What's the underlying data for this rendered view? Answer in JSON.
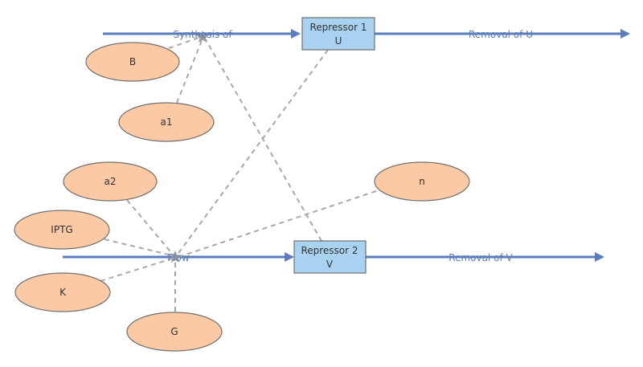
{
  "colors": {
    "flow": "#5b7dbb",
    "dashed": "#a8a8a8",
    "ellipse_fill": "#fbc9a4",
    "ellipse_stroke": "#6f6f6f",
    "box_fill": "#a9d2f0",
    "box_stroke": "#6f6f6f",
    "text": "#333333",
    "flow_text": "#5b7dbb"
  },
  "flows": {
    "synthesis_u": "Synthesis of",
    "removal_u": "Removal of U",
    "synthesis_v": "Flow",
    "removal_v": "Removal of V"
  },
  "stocks": {
    "u": {
      "line1": "Repressor 1",
      "line2": "U"
    },
    "v": {
      "line1": "Repressor 2",
      "line2": "V"
    }
  },
  "parameters": {
    "b": "B",
    "a1": "a1",
    "a2": "a2",
    "iptg": "IPTG",
    "k": "K",
    "g": "G",
    "n": "n"
  }
}
